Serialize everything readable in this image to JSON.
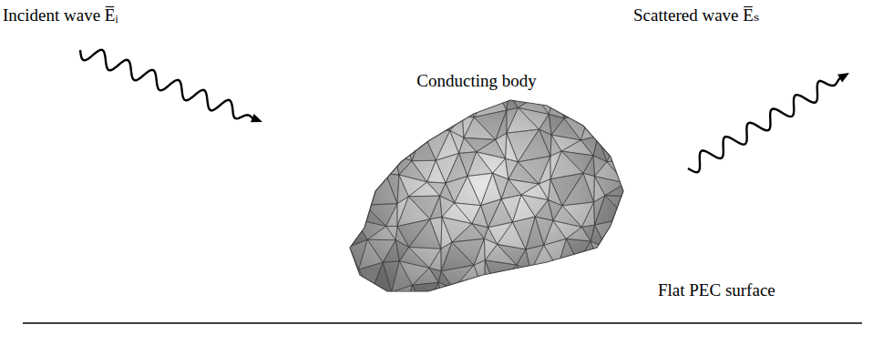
{
  "diagram": {
    "labels": [
      "Incident wave E̅ᵢ",
      "Scattered wave E̅ₛ",
      "Conducting body",
      "Flat PEC surface"
    ]
  }
}
